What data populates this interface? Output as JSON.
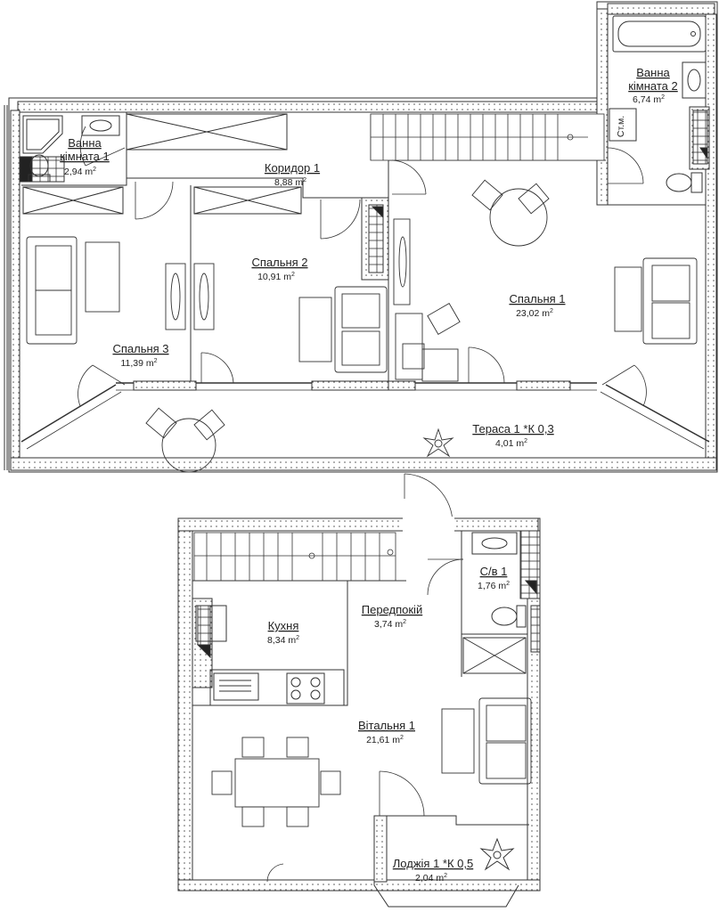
{
  "rooms": {
    "bath1": {
      "name_l1": "Ванна",
      "name_l2": "кімната 1",
      "area": "2,94 m",
      "unit_sup": "2"
    },
    "bath2": {
      "name_l1": "Ванна",
      "name_l2": "кімната 2",
      "area": "6,74 m",
      "unit_sup": "2"
    },
    "corridor": {
      "name": "Коридор 1",
      "area": "8,88 m",
      "unit_sup": "2"
    },
    "bed2": {
      "name": "Спальня 2",
      "area": "10,91 m",
      "unit_sup": "2"
    },
    "bed1": {
      "name": "Спальня 1",
      "area": "23,02 m",
      "unit_sup": "2"
    },
    "bed3": {
      "name": "Спальня 3",
      "area": "11,39 m",
      "unit_sup": "2"
    },
    "terrace": {
      "name": "Тераса 1 *К 0,3",
      "area": "4,01 m",
      "unit_sup": "2"
    },
    "kitchen": {
      "name": "Кухня",
      "area": "8,34 m",
      "unit_sup": "2"
    },
    "hall": {
      "name": "Передпокій",
      "area": "3,74 m",
      "unit_sup": "2"
    },
    "wc": {
      "name": "С/в 1",
      "area": "1,76 m",
      "unit_sup": "2"
    },
    "living": {
      "name": "Вітальня 1",
      "area": "21,61 m",
      "unit_sup": "2"
    },
    "loggia": {
      "name": "Лоджія 1 *К 0,5",
      "area": "2,04 m",
      "unit_sup": "2"
    }
  },
  "labels": {
    "wardrobe_tag": "Ст.м."
  },
  "colors": {
    "line": "#333333",
    "wall_fill": "#ffffff",
    "shaft": "#222222"
  }
}
